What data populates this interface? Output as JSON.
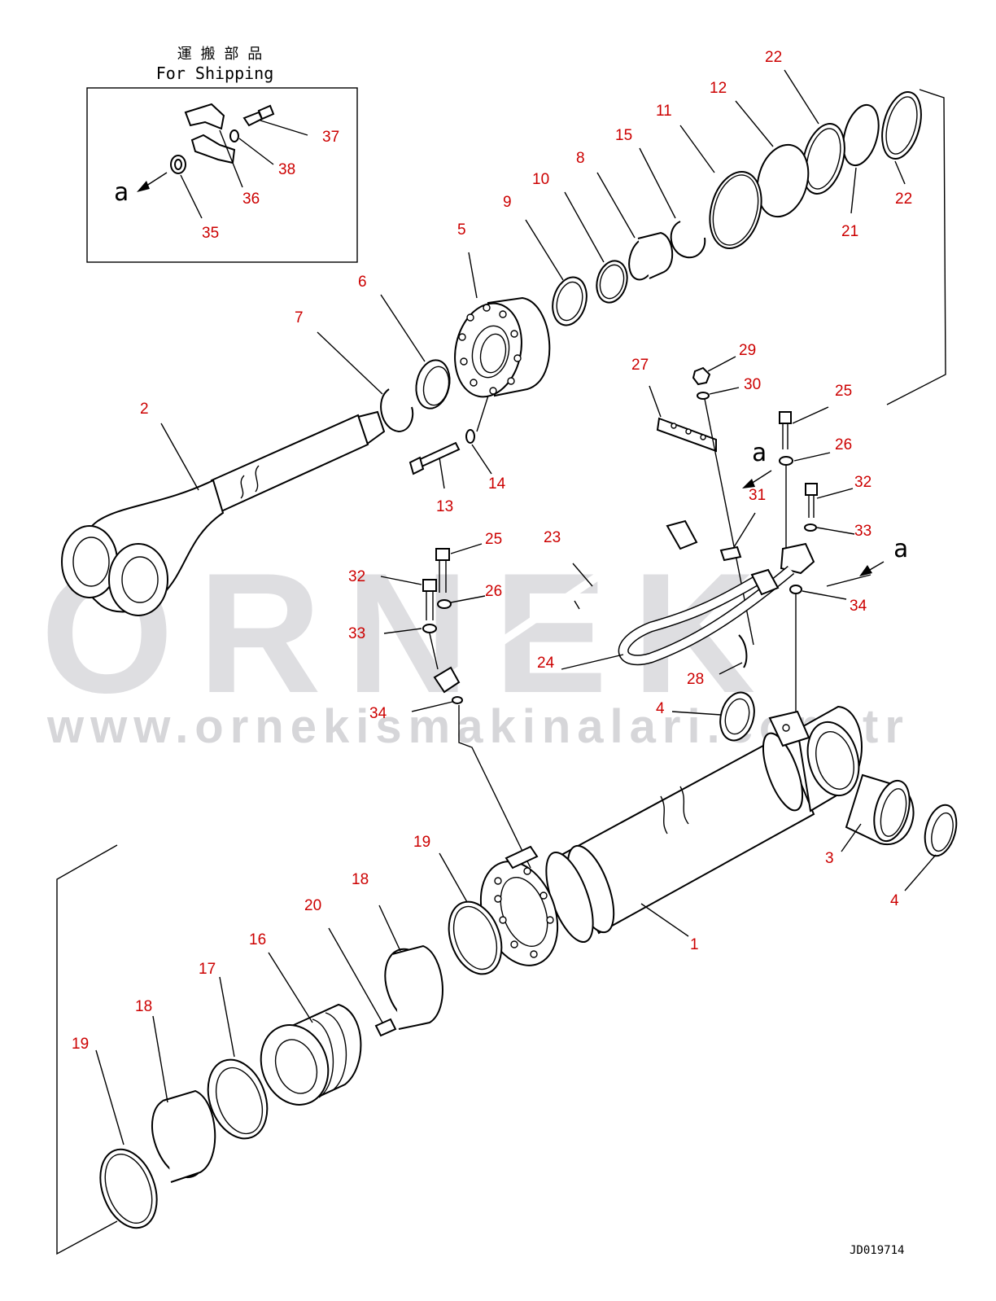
{
  "diagram": {
    "shipping_box": {
      "title_jp": "運 搬 部 品",
      "title_en": "For Shipping"
    },
    "reference_marks": [
      "a",
      "a",
      "a"
    ],
    "drawing_code": "JD019714",
    "watermark": {
      "brand": "ORNEK",
      "url": "www.ornekismakinalari.com.tr"
    },
    "callouts": {
      "c37": "37",
      "c38": "38",
      "c36": "36",
      "c35": "35",
      "c22a": "22",
      "c12": "12",
      "c11": "11",
      "c15": "15",
      "c8": "8",
      "c10": "10",
      "c9": "9",
      "c5": "5",
      "c6": "6",
      "c7": "7",
      "c2": "2",
      "c22b": "22",
      "c21": "21",
      "c29": "29",
      "c30": "30",
      "c27": "27",
      "c25a": "25",
      "c26a": "26",
      "c32a": "32",
      "c33a": "33",
      "c31": "31",
      "c34a": "34",
      "c13": "13",
      "c14": "14",
      "c23": "23",
      "c25b": "25",
      "c26b": "26",
      "c32b": "32",
      "c33b": "33",
      "c24": "24",
      "c28": "28",
      "c34b": "34",
      "c4a": "4",
      "c3": "3",
      "c4b": "4",
      "c1": "1",
      "c19a": "19",
      "c18a": "18",
      "c20": "20",
      "c16": "16",
      "c17": "17",
      "c18b": "18",
      "c19b": "19"
    }
  }
}
